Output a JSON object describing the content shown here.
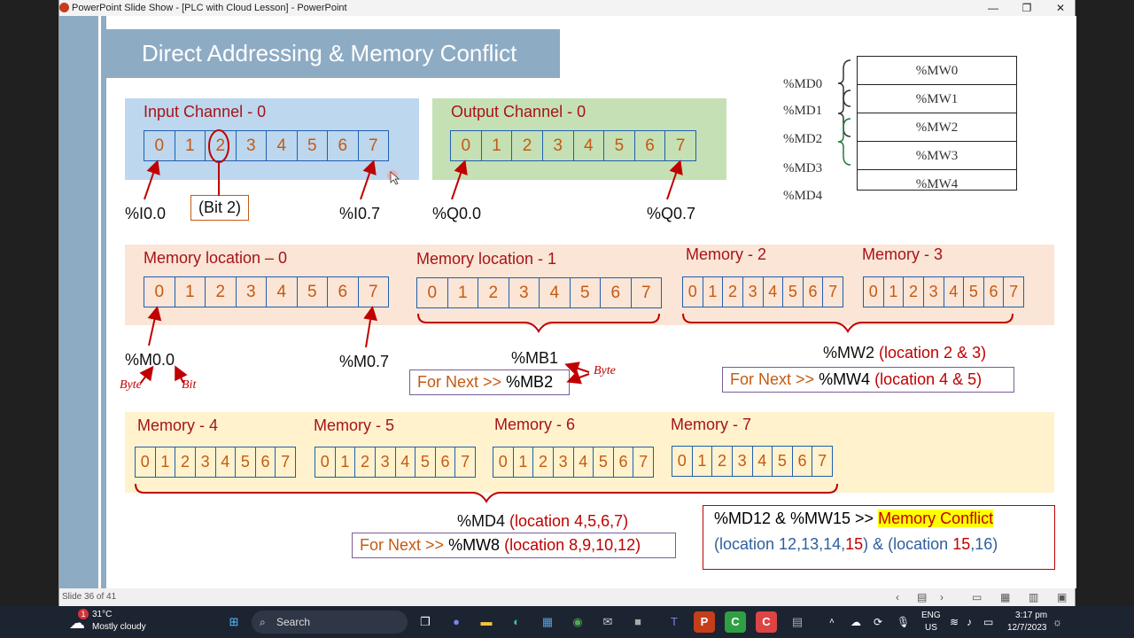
{
  "window": {
    "title": "PowerPoint Slide Show - [PLC with Cloud Lesson] - PowerPoint",
    "minimize": "—",
    "restore": "❐",
    "close": "✕"
  },
  "slide": {
    "title": "Direct Addressing & Memory Conflict",
    "input_channel": {
      "label": "Input Channel - 0",
      "bits": [
        "0",
        "1",
        "2",
        "3",
        "4",
        "5",
        "6",
        "7"
      ],
      "addr_first": "%I0.0",
      "addr_last": "%I0.7",
      "bit_note": "(Bit 2)"
    },
    "output_channel": {
      "label": "Output Channel - 0",
      "bits": [
        "0",
        "1",
        "2",
        "3",
        "4",
        "5",
        "6",
        "7"
      ],
      "addr_first": "%Q0.0",
      "addr_last": "%Q0.7"
    },
    "mem0": {
      "label": "Memory location – 0",
      "bits": [
        "0",
        "1",
        "2",
        "3",
        "4",
        "5",
        "6",
        "7"
      ],
      "addr_first": "%M0.0",
      "addr_last": "%M0.7",
      "byte_note": "Byte",
      "bit_note": "Bit"
    },
    "mem1": {
      "label": "Memory location - 1",
      "bits": [
        "0",
        "1",
        "2",
        "3",
        "4",
        "5",
        "6",
        "7"
      ],
      "addr": "%MB1",
      "byte_note": "Byte",
      "next_prefix": "For Next >>",
      "next_value": "%MB2"
    },
    "mem2": {
      "label": "Memory - 2",
      "bits": [
        "0",
        "1",
        "2",
        "3",
        "4",
        "5",
        "6",
        "7"
      ]
    },
    "mem3": {
      "label": "Memory - 3",
      "bits": [
        "0",
        "1",
        "2",
        "3",
        "4",
        "5",
        "6",
        "7"
      ]
    },
    "mw2": {
      "addr": "%MW2",
      "loc": "(location 2 & 3)",
      "next_prefix": "For Next >>",
      "next_value": "%MW4",
      "next_loc": "(location 4 & 5)"
    },
    "mem4": {
      "label": "Memory - 4",
      "bits": [
        "0",
        "1",
        "2",
        "3",
        "4",
        "5",
        "6",
        "7"
      ]
    },
    "mem5": {
      "label": "Memory - 5",
      "bits": [
        "0",
        "1",
        "2",
        "3",
        "4",
        "5",
        "6",
        "7"
      ]
    },
    "mem6": {
      "label": "Memory - 6",
      "bits": [
        "0",
        "1",
        "2",
        "3",
        "4",
        "5",
        "6",
        "7"
      ]
    },
    "mem7": {
      "label": "Memory - 7",
      "bits": [
        "0",
        "1",
        "2",
        "3",
        "4",
        "5",
        "6",
        "7"
      ]
    },
    "md4": {
      "addr": "%MD4",
      "loc": "(location 4,5,6,7)",
      "next_prefix": "For Next >>",
      "next_value": "%MW8",
      "next_loc": "(location 8,9,10,12)"
    },
    "conflict": {
      "line1_prefix": "%MD12 & %MW15 >>",
      "line1_highlight": "Memory Conflict",
      "l2_a": "(location ",
      "l2_b": "12,13,14,",
      "l2_c": "15",
      "l2_d": ") & (location ",
      "l2_e": "15",
      "l2_f": ",16)"
    },
    "mw_table": {
      "words": [
        "%MW0",
        "%MW1",
        "%MW2",
        "%MW3",
        "%MW4"
      ],
      "dwords": [
        "%MD0",
        "%MD1",
        "%MD2",
        "%MD3",
        "%MD4"
      ]
    }
  },
  "statusbar": {
    "slide_counter": "Slide 36 of 41"
  },
  "taskbar": {
    "weather_temp": "31°C",
    "weather_desc": "Mostly cloudy",
    "weather_badge": "1",
    "search_placeholder": "Search",
    "lang_1": "ENG",
    "lang_2": "US",
    "time": "3:17 pm",
    "date": "12/7/2023"
  },
  "colors": {
    "banner": "#8eabc4",
    "input_panel": "#bdd7ee",
    "output_panel": "#c5e0b4",
    "memory_panel": "#fbe5d6",
    "memory2_panel": "#fff2cc",
    "label_red": "#a5141a",
    "bit_orange": "#c55a11",
    "register_blue": "#1f5fb0",
    "highlight": "#ffff00"
  }
}
